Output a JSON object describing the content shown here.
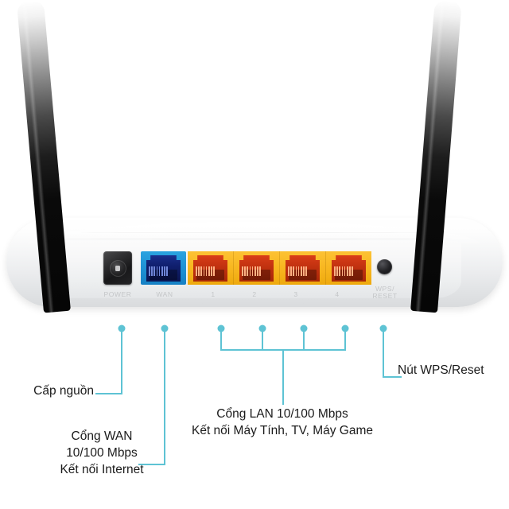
{
  "device": {
    "name": "wireless-router-rear-panel",
    "brand_color_wan": "#1f93d6",
    "brand_color_lan": "#f8b721",
    "body_color": "#f3f4f5",
    "antenna_color": "#060606",
    "silk_labels": {
      "power": "POWER",
      "wan": "WAN",
      "lan1": "1",
      "lan2": "2",
      "lan3": "3",
      "lan4": "4",
      "wps_line1": "WPS/",
      "wps_line2": "RESET"
    },
    "ports": [
      {
        "id": "power",
        "type": "dc-jack",
        "silk": "POWER"
      },
      {
        "id": "wan",
        "type": "rj45",
        "silk": "WAN"
      },
      {
        "id": "lan1",
        "type": "rj45",
        "silk": "1"
      },
      {
        "id": "lan2",
        "type": "rj45",
        "silk": "2"
      },
      {
        "id": "lan3",
        "type": "rj45",
        "silk": "3"
      },
      {
        "id": "lan4",
        "type": "rj45",
        "silk": "4"
      },
      {
        "id": "wps",
        "type": "button",
        "silk": "WPS/RESET"
      }
    ]
  },
  "callouts": {
    "leader_color": "#5ec3d4",
    "power": {
      "text": "Cấp nguồn"
    },
    "wan": {
      "text": "Cổng WAN\n10/100 Mbps\nKết nối Internet"
    },
    "lan": {
      "text": "Cổng LAN 10/100 Mbps\nKết nối Máy Tính, TV, Máy Game"
    },
    "wps": {
      "text": "Nút WPS/Reset"
    }
  }
}
